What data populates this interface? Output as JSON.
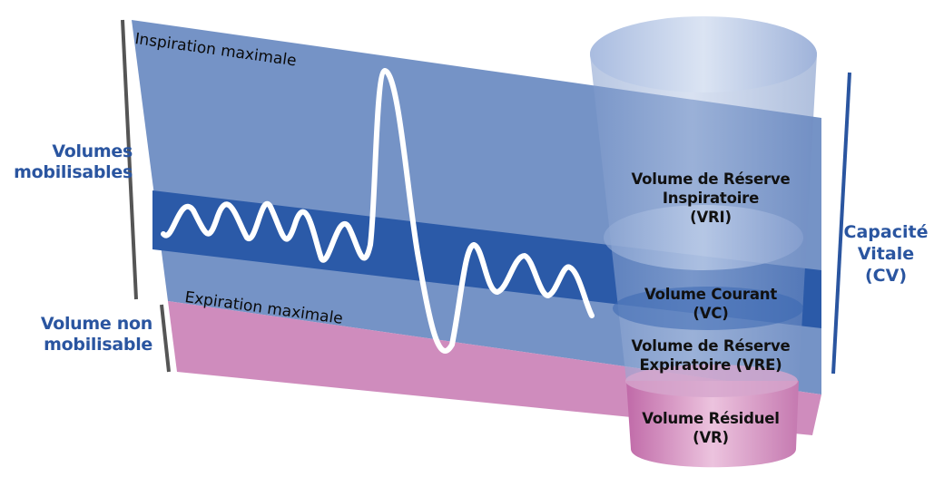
{
  "labels": {
    "inspiration_max": "Inspiration maximale",
    "expiration_max": "Expiration maximale",
    "volumes_mobilisables": [
      "Volumes",
      "mobilisables"
    ],
    "volume_non_mobilisable": [
      "Volume non",
      "mobilisable"
    ],
    "capacite_vitale": [
      "Capacité",
      "Vitale",
      "(CV)"
    ]
  },
  "volumes": {
    "vri": [
      "Volume de Réserve",
      "Inspiratoire",
      "(VRI)"
    ],
    "vc": [
      "Volume Courant",
      "(VC)"
    ],
    "vre": [
      "Volume de Réserve",
      "Expiratoire (VRE)"
    ],
    "vr": [
      "Volume Résiduel",
      "(VR)"
    ]
  },
  "colors": {
    "mobilisable_band": "#7593c6",
    "tidal_band": "#2b5aa8",
    "residual_band": "#cf8cbd",
    "label_blue": "#2a55a0",
    "scale_bar": "#555555",
    "trace": "#ffffff"
  }
}
